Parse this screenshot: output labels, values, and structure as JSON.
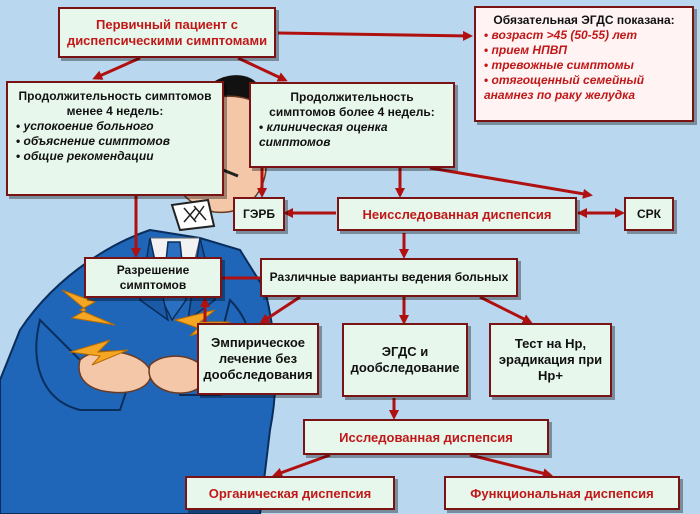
{
  "colors": {
    "background": "#b9d7ee",
    "box_fill": "#e8f7ec",
    "border": "#7a1414",
    "accent_red": "#c01818",
    "arrow": "#b01010"
  },
  "primary_patient": "Первичный пациент с диспепсическими симптомами",
  "egds_required": {
    "title": "Обязательная ЭГДС показана:",
    "items": [
      "возраст >45 (50-55) лет",
      "прием НПВП",
      "тревожные симптомы",
      "отягощенный семейный анамнез по раку желудка"
    ]
  },
  "short_duration": {
    "title": "Продолжительность симптомов менее 4 недель:",
    "items": [
      "успокоение больного",
      "объяснение симптомов",
      "общие рекомендации"
    ]
  },
  "long_duration": {
    "title": "Продолжительность симптомов более 4 недель:",
    "items": [
      "клиническая оценка симптомов"
    ]
  },
  "gerd": "ГЭРБ",
  "uninvestigated": "Неисследованная диспепсия",
  "ibs": "СРК",
  "resolution": "Разрешение симптомов",
  "management": "Различные варианты ведения больных",
  "empirical": "Эмпирическое лечение без дообследования",
  "egds_workup": "ЭГДС и дообследование",
  "hp_test": "Тест на Hp, эрадикация при Hp+",
  "investigated": "Исследованная диспепсия",
  "organic": "Органическая диспепсия",
  "functional": "Функциональная диспепсия"
}
